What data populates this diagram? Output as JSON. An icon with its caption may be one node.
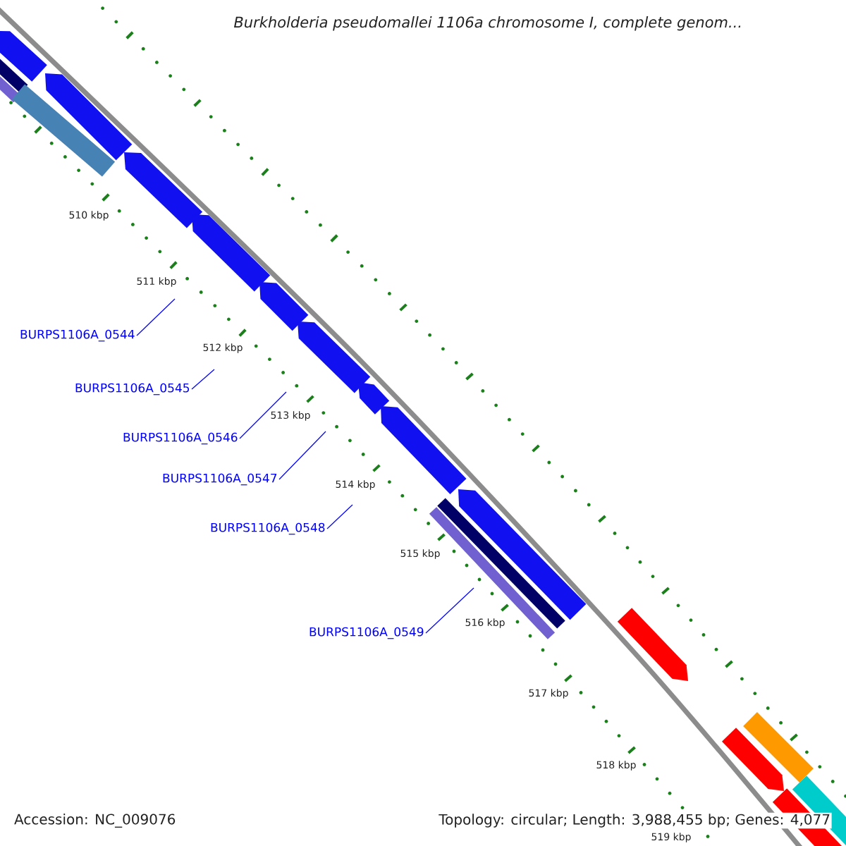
{
  "diagram": {
    "title": "Burkholderia pseudomallei 1106a chromosome I, complete genom...",
    "nodes": [
      {
        "text": [
          "BURPS1106A_0544"
        ]
      },
      {
        "text": [
          "BURPS1106A_0545"
        ]
      },
      {
        "text": [
          "BURPS1106A_0546"
        ]
      },
      {
        "text": [
          "BURPS1106A_0547"
        ]
      },
      {
        "text": [
          "BURPS1106A_0548"
        ]
      },
      {
        "text": [
          "BURPS1106A_0549"
        ]
      }
    ],
    "edges": [
      {
        "from": 0,
        "to": null,
        "arrow": "none"
      },
      {
        "from": 1,
        "to": null,
        "arrow": "none"
      },
      {
        "from": 2,
        "to": null,
        "arrow": "none"
      },
      {
        "from": 3,
        "to": null,
        "arrow": "none"
      },
      {
        "from": 4,
        "to": null,
        "arrow": "none"
      },
      {
        "from": 5,
        "to": null,
        "arrow": "none"
      }
    ],
    "labels": [
      "510 kbp",
      "511 kbp",
      "512 kbp",
      "513 kbp",
      "514 kbp",
      "515 kbp",
      "516 kbp",
      "517 kbp",
      "518 kbp",
      "519 kbp",
      "Accession: NC_009076",
      "Topology: circular; Length: 3,988,455 bp; Genes: 4,077"
    ]
  }
}
